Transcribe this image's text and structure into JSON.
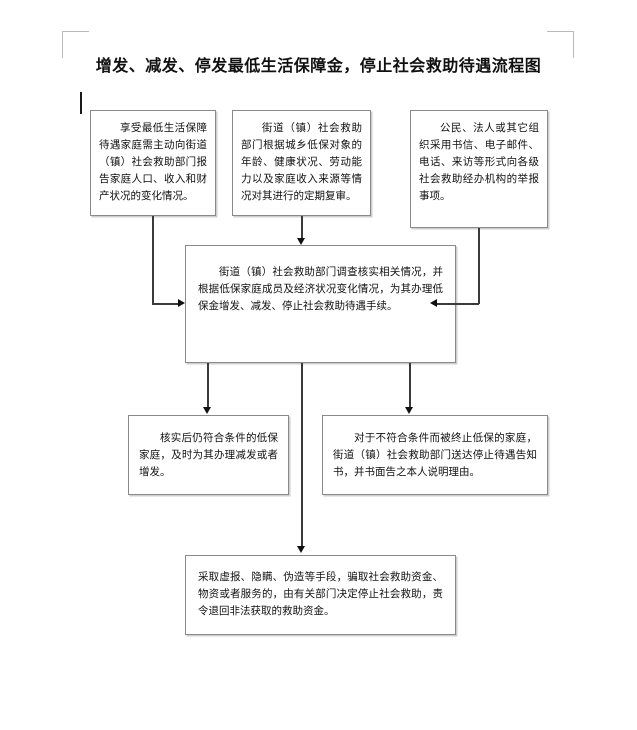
{
  "document": {
    "title": "增发、减发、停发最低生活保障金，停止社会救助待遇流程图"
  },
  "flowchart": {
    "type": "flowchart",
    "nodes": [
      {
        "id": "report",
        "label": "享受最低生活保障待遇家庭需主动向街道（镇）社会救助部门报告家庭人口、收入和财产状况的变化情况。",
        "row": "top",
        "column": "left"
      },
      {
        "id": "review",
        "label": "街道（镇）社会救助部门根据城乡低保对象的年龄、健康状况、劳动能力以及家庭收入来源等情况对其进行的定期复审。",
        "row": "top",
        "column": "center"
      },
      {
        "id": "tipoff",
        "label": "公民、法人或其它组织采用书信、电子邮件、电话、来访等形式向各级社会救助经办机构的举报事项。",
        "row": "top",
        "column": "right"
      },
      {
        "id": "investigate",
        "label": "街道（镇）社会救助部门调查核实相关情况，并根据低保家庭成员及经济状况变化情况，为其办理低保金增发、减发、停止社会救助待遇手续。",
        "row": "middle",
        "column": "center"
      },
      {
        "id": "qualified",
        "label": "核实后仍符合条件的低保家庭，及时为其办理减发或者增发。",
        "row": "lower",
        "column": "left"
      },
      {
        "id": "terminate",
        "label": "对于不符合条件而被终止低保的家庭，街道（镇）社会救助部门送达停止待遇告知书，并书面告之本人说明理由。",
        "row": "lower",
        "column": "right"
      },
      {
        "id": "fraud",
        "label": "采取虚报、隐瞒、伪造等手段，骗取社会救助资金、物资或者服务的，由有关部门决定停止社会救助，责令退回非法获取的救助资金。",
        "row": "bottom",
        "column": "center"
      }
    ],
    "edges": [
      {
        "from": "report",
        "to": "investigate",
        "style": "elbow-down-right"
      },
      {
        "from": "review",
        "to": "investigate",
        "style": "straight-down"
      },
      {
        "from": "tipoff",
        "to": "investigate",
        "style": "elbow-down-left"
      },
      {
        "from": "investigate",
        "to": "qualified",
        "style": "elbow-down"
      },
      {
        "from": "investigate",
        "to": "terminate",
        "style": "elbow-down"
      },
      {
        "from": "investigate",
        "to": "fraud",
        "style": "straight-down"
      }
    ]
  },
  "colors": {
    "box_border": "#8a8a8a",
    "box_shadow": "#cfcfcf",
    "connector": "#3a3a3a",
    "text": "#111111",
    "crop_mark": "#b9b9b9",
    "background": "#ffffff"
  }
}
